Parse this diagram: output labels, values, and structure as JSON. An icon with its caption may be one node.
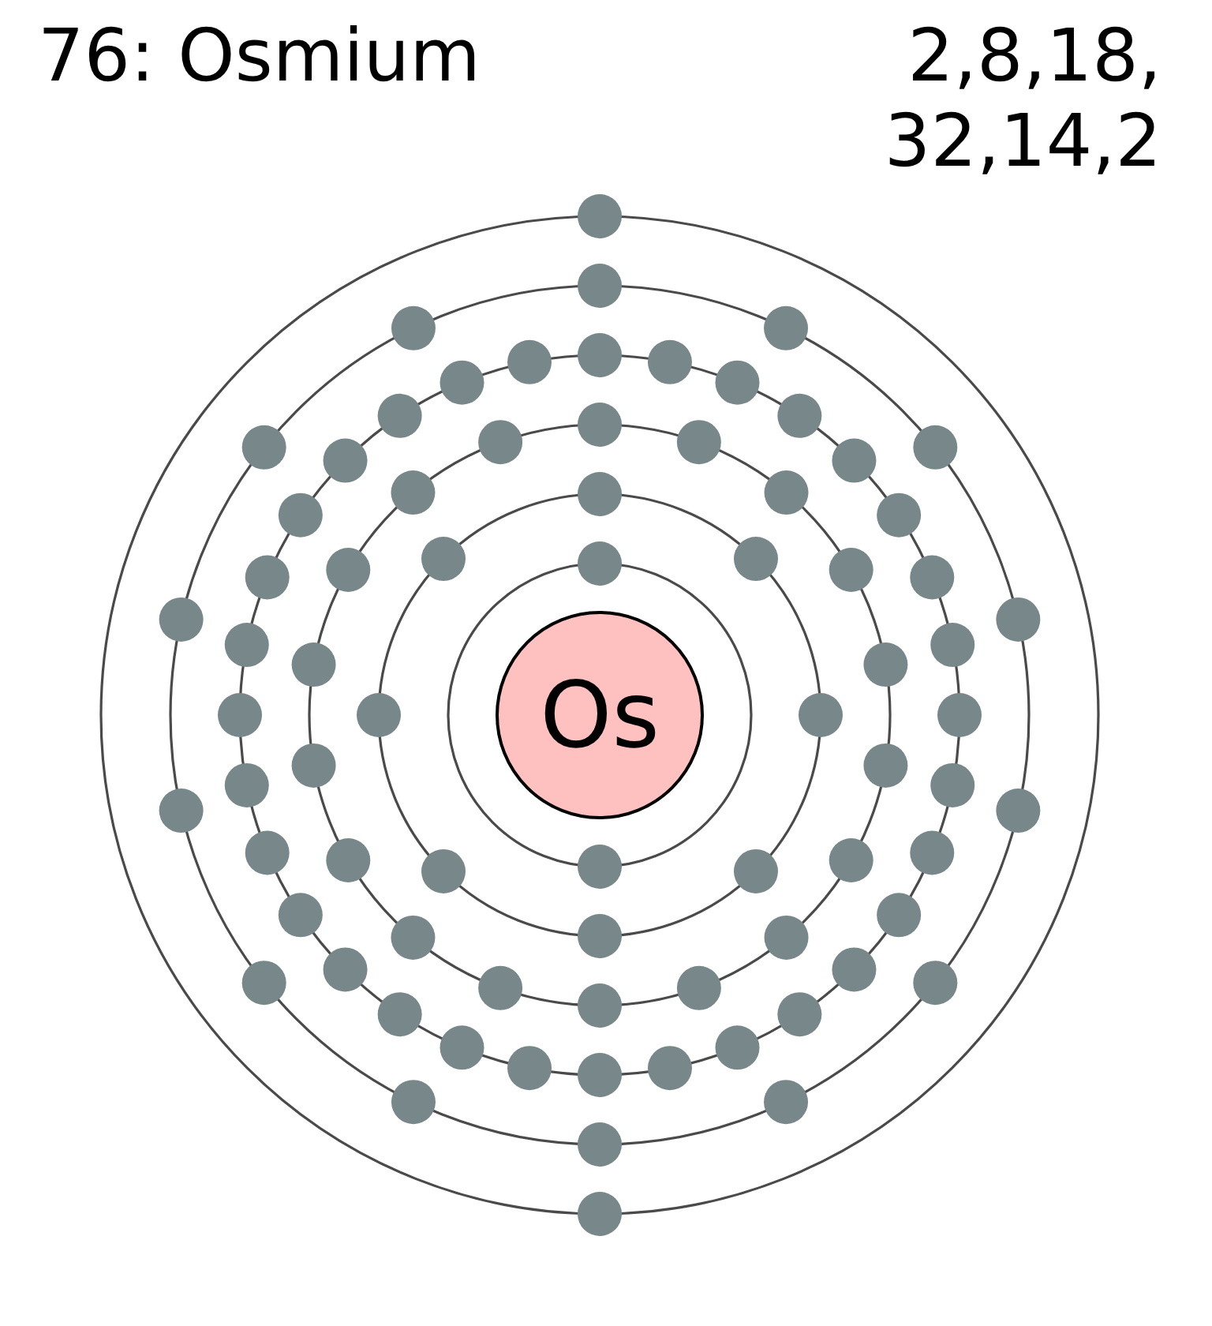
{
  "diagram": {
    "title": "76: Osmium",
    "nodes": [
      {
        "text": [
          "Os"
        ]
      }
    ],
    "labels": [
      "2,8,18, 32,14,2"
    ]
  }
}
